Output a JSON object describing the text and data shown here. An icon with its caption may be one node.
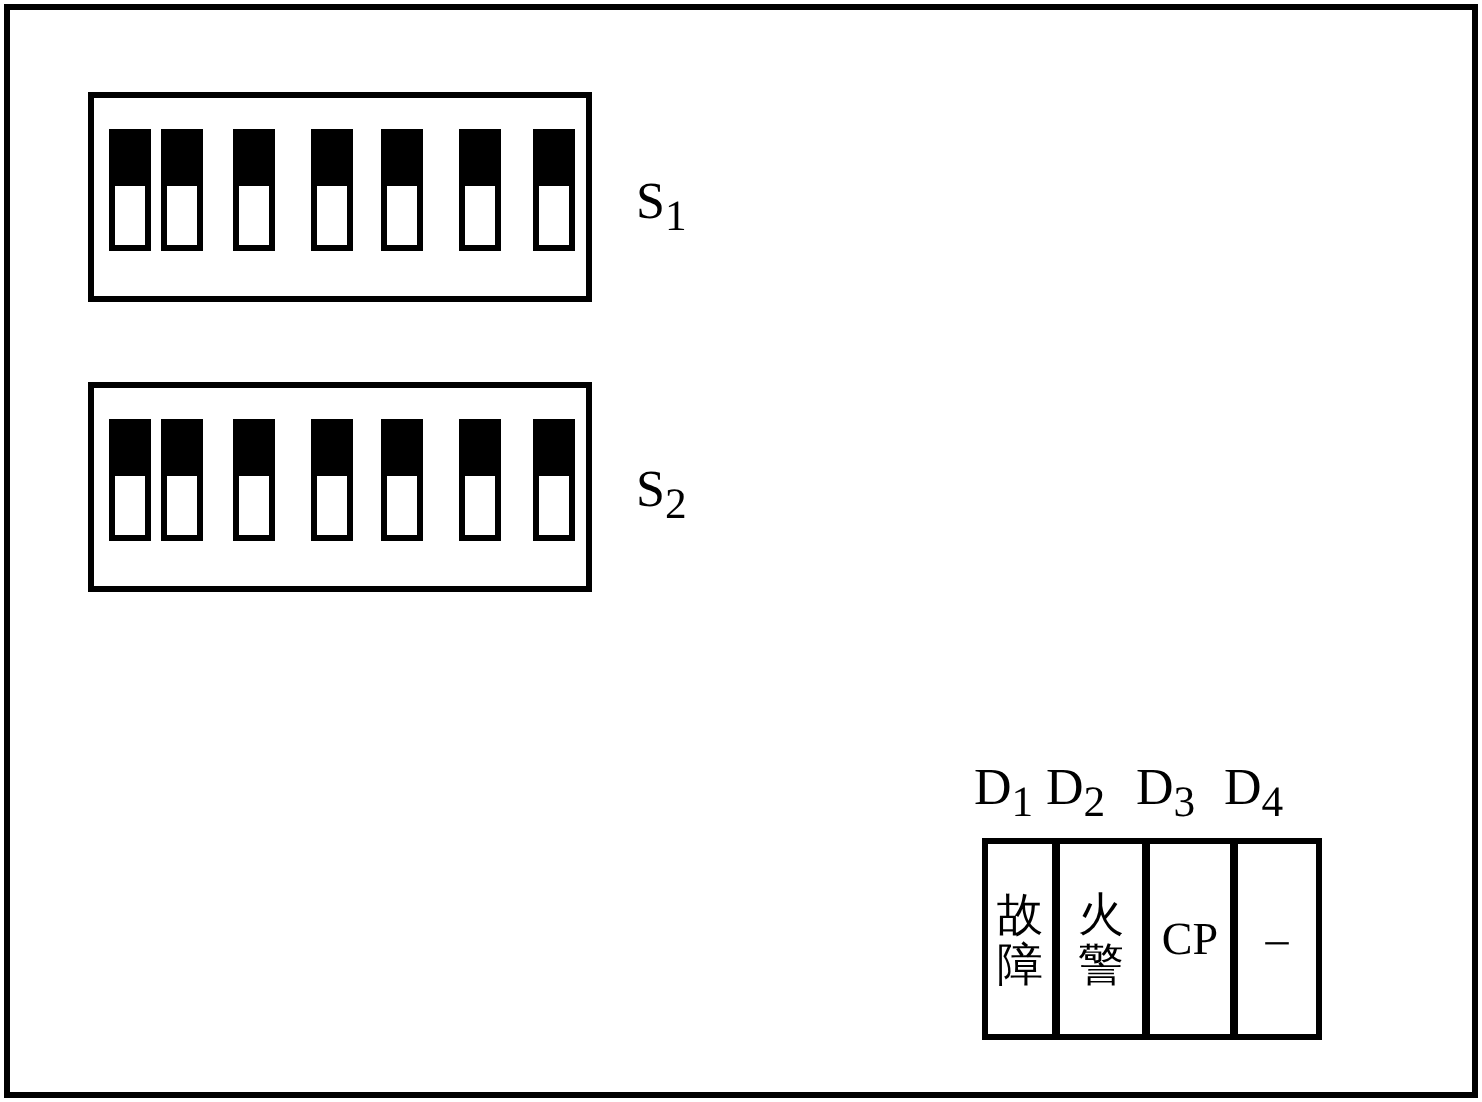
{
  "diagram": {
    "nodes": [
      {
        "text": [],
        "shape": "box"
      },
      {
        "text": [],
        "shape": "box",
        "in": 0,
        "beside": [
          "S$_{1}$"
        ]
      },
      {
        "text": [],
        "shape": "box",
        "in": 0,
        "beside": [
          "S$_{2}$"
        ]
      },
      {
        "text": [
          "故障"
        ],
        "in": 0,
        "beside": [
          "D$_{1}$"
        ]
      },
      {
        "text": [
          "火警"
        ],
        "in": 0,
        "beside": [
          "D$_{2}$"
        ]
      },
      {
        "text": [
          "CP"
        ],
        "in": 0,
        "beside": [
          "D$_{3}$"
        ]
      },
      {
        "text": [
          "–"
        ],
        "in": 0,
        "beside": [
          "D$_{4}$"
        ]
      }
    ],
    "edges": []
  }
}
